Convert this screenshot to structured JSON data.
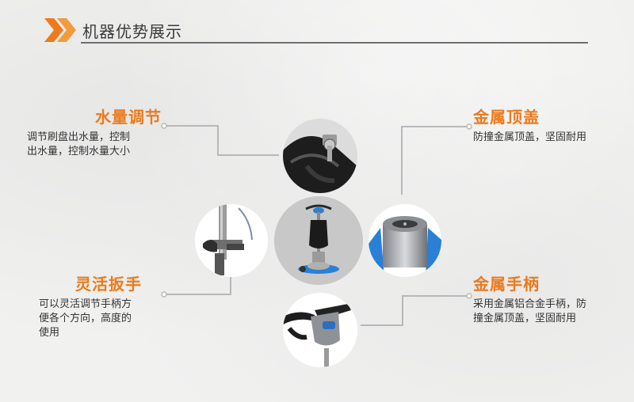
{
  "header": {
    "title": "机器优势展示",
    "accent": "#ee7a1c"
  },
  "features": {
    "water": {
      "title": "水量调节",
      "desc": [
        "调节刷盘出水量，控制",
        "出水量，控制水量大小"
      ]
    },
    "metal_top": {
      "title": "金属顶盖",
      "desc": [
        "防撞金属顶盖，坚固耐用"
      ]
    },
    "handle_flex": {
      "title": "灵活扳手",
      "desc": [
        "可以灵活调节手柄方",
        "便各个方向，高度的",
        "使用"
      ]
    },
    "metal_handle": {
      "title": "金属手柄",
      "desc": [
        "采用金属铝合金手柄，防",
        "撞金属顶盖，坚固耐用"
      ]
    }
  },
  "images": {
    "top": "water-adjust-knob-closeup",
    "left": "adjustable-wrench-closeup",
    "center": "floor-scrubber-machine",
    "right": "metal-top-cover-closeup",
    "bottom": "metal-handle-closeup"
  },
  "colors": {
    "title_orange": "#ec7a1c",
    "text_dark": "#333333",
    "line_gray": "#b5b5b5",
    "machine_blue": "#2a7fd6"
  }
}
